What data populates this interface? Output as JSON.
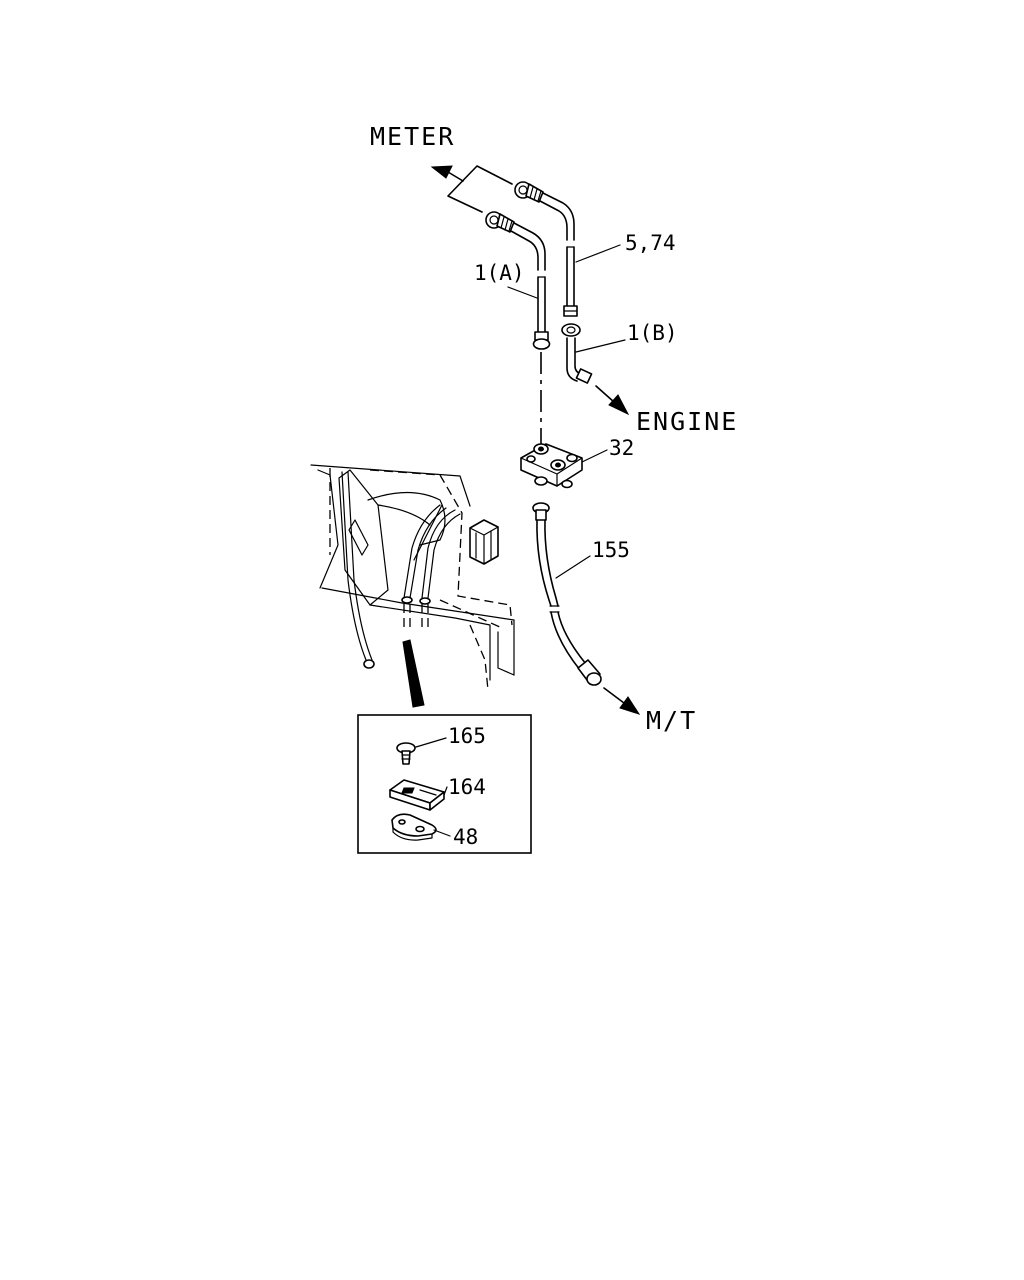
{
  "labels": {
    "meter": "METER",
    "engine": "ENGINE",
    "mt": "M/T",
    "part_574": "5,74",
    "part_1a": "1(A)",
    "part_1b": "1(B)",
    "part_32": "32",
    "part_155": "155",
    "part_165": "165",
    "part_164": "164",
    "part_48": "48"
  }
}
